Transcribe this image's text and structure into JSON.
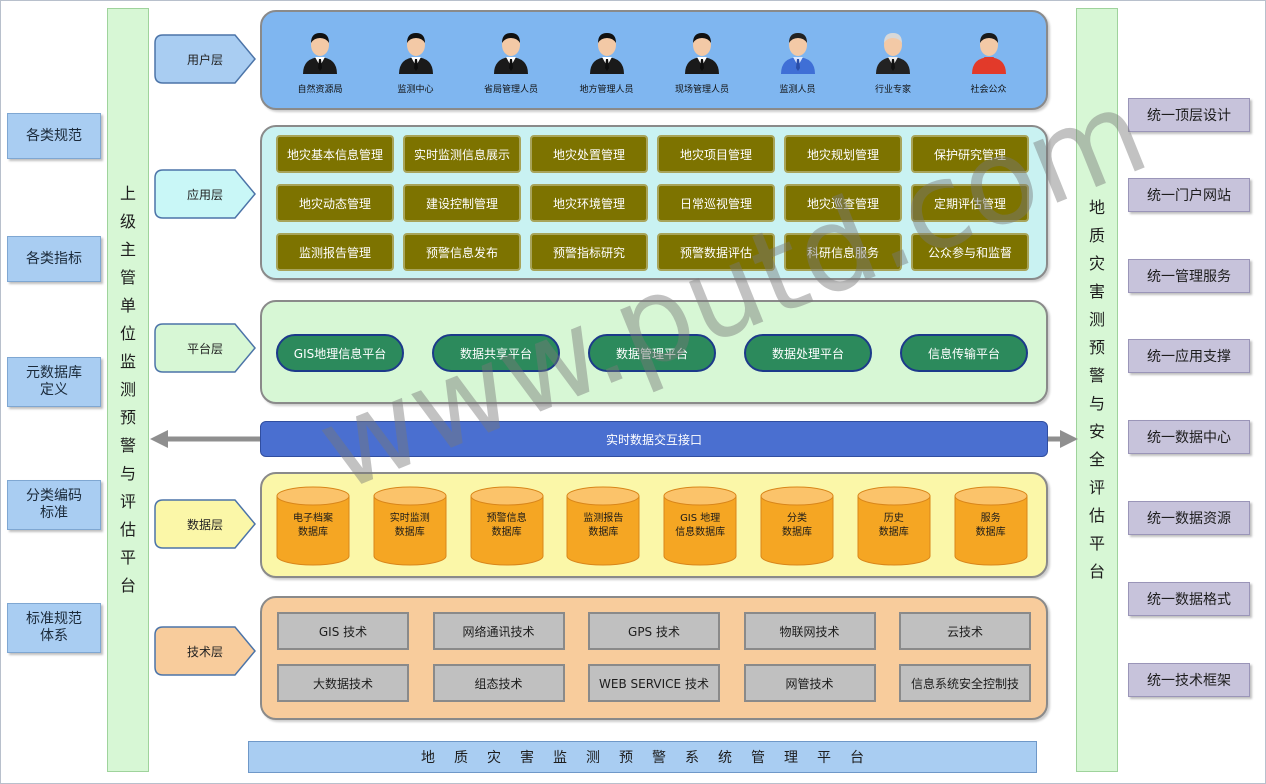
{
  "left_standards": [
    "各类规范",
    "各类指标",
    "元数据库\n定义",
    "分类编码\n标准",
    "标准规范\n体系"
  ],
  "left_column": "上级主管单位监测预警与评估平台",
  "right_column": "地质灾害测预警与安全评估平台",
  "right_items": [
    "统一顶层设计",
    "统一门户网站",
    "统一管理服务",
    "统一应用支撑",
    "统一数据中心",
    "统一数据资源",
    "统一数据格式",
    "统一技术框架"
  ],
  "layers": {
    "user": {
      "label": "用户层",
      "users": [
        {
          "label": "自然资源局",
          "icon": "businessman-icon"
        },
        {
          "label": "监测中心",
          "icon": "businessman-icon"
        },
        {
          "label": "省局管理人员",
          "icon": "businessman-icon"
        },
        {
          "label": "地方管理人员",
          "icon": "businessman-icon"
        },
        {
          "label": "现场管理人员",
          "icon": "businessman-icon"
        },
        {
          "label": "监测人员",
          "icon": "worker-icon"
        },
        {
          "label": "行业专家",
          "icon": "expert-icon"
        },
        {
          "label": "社会公众",
          "icon": "public-icon"
        }
      ]
    },
    "app": {
      "label": "应用层",
      "items": [
        "地灾基本信息管理",
        "实时监测信息展示",
        "地灾处置管理",
        "地灾项目管理",
        "地灾规划管理",
        "保护研究管理",
        "地灾动态管理",
        "建设控制管理",
        "地灾环境管理",
        "日常巡视管理",
        "地灾巡查管理",
        "定期评估管理",
        "监测报告管理",
        "预警信息发布",
        "预警指标研究",
        "预警数据评估",
        "科研信息服务",
        "公众参与和监督"
      ]
    },
    "platform": {
      "label": "平台层",
      "items": [
        "GIS地理信息平台",
        "数据共享平台",
        "数据管理平台",
        "数据处理平台",
        "信息传输平台"
      ]
    },
    "interface": "实时数据交互接口",
    "data": {
      "label": "数据层",
      "items": [
        "电子档案\n数据库",
        "实时监测\n数据库",
        "预警信息\n数据库",
        "监测报告\n数据库",
        "GIS 地理\n信息数据库",
        "分类\n数据库",
        "历史\n数据库",
        "服务\n数据库"
      ]
    },
    "tech": {
      "label": "技术层",
      "items": [
        "GIS 技术",
        "网络通讯技术",
        "GPS 技术",
        "物联网技术",
        "云技术",
        "大数据技术",
        "组态技术",
        "WEB SERVICE 技术",
        "网管技术",
        "信息系统安全控制技"
      ]
    }
  },
  "footer": "地质灾害监测预警系统管理平台",
  "watermark": "www.putd.com",
  "colors": {
    "user_panel": "#7fb6f0",
    "app_panel": "#c9f2f2",
    "platform_panel": "#d7f7d5",
    "data_panel": "#fbf7a8",
    "tech_panel": "#f8cc9c",
    "app_box": "#7d7300",
    "platform_box": "#2c8a5c",
    "db": "#f5a623",
    "interface": "#4a6fd0"
  }
}
